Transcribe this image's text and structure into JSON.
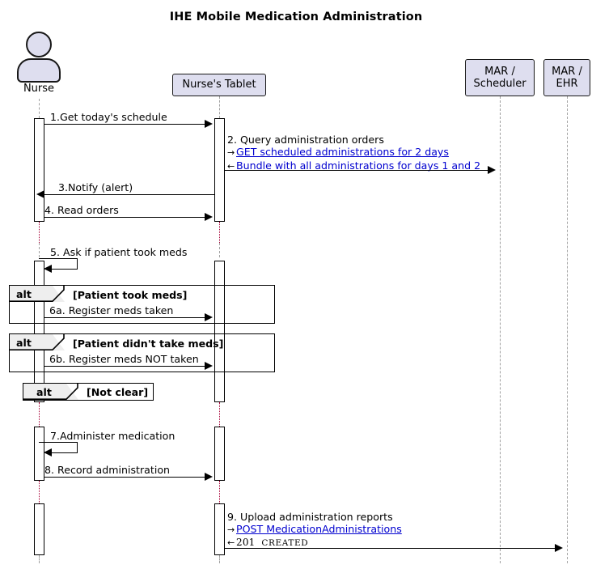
{
  "diagram": {
    "type": "uml-sequence-diagram",
    "title": "IHE Mobile Medication Administration",
    "background_color": "#FFFFFF",
    "participant_fill": "#DEDEEF",
    "participant_border": "#181818",
    "link_color": "#0000CF",
    "delay_lifeline_color": "#A80036"
  },
  "participants": [
    {
      "id": "nurse",
      "label": "Nurse",
      "kind": "actor"
    },
    {
      "id": "tablet",
      "label": "Nurse's Tablet",
      "kind": "participant"
    },
    {
      "id": "scheduler",
      "label": "MAR /\nScheduler",
      "kind": "participant"
    },
    {
      "id": "ehr",
      "label": "MAR /\nEHR",
      "kind": "participant"
    }
  ],
  "messages": [
    {
      "number": "1",
      "label": "1.Get today's schedule",
      "from": "nurse",
      "to": "tablet",
      "direction": "right"
    },
    {
      "number": "2",
      "label": "2. Query administration orders",
      "from": "tablet",
      "to": "scheduler",
      "direction": "right",
      "details": [
        {
          "glyph": "→",
          "text": "GET scheduled administrations for 2 days",
          "link": true
        },
        {
          "glyph": "←",
          "text": "Bundle with all administrations for days 1 and 2",
          "link": true
        }
      ]
    },
    {
      "number": "3",
      "label": "3.Notify (alert)",
      "from": "tablet",
      "to": "nurse",
      "direction": "left"
    },
    {
      "number": "4",
      "label": "4. Read orders",
      "from": "nurse",
      "to": "tablet",
      "direction": "right"
    },
    {
      "number": "5",
      "label": "5. Ask if patient took meds",
      "from": "nurse",
      "to": "nurse",
      "direction": "self"
    },
    {
      "number": "6a",
      "label": "6a. Register meds taken",
      "from": "nurse",
      "to": "tablet",
      "direction": "right"
    },
    {
      "number": "6b",
      "label": "6b. Register meds NOT taken",
      "from": "nurse",
      "to": "tablet",
      "direction": "right"
    },
    {
      "number": "7",
      "label": "7.Administer medication",
      "from": "nurse",
      "to": "nurse",
      "direction": "self"
    },
    {
      "number": "8",
      "label": "8. Record administration",
      "from": "nurse",
      "to": "tablet",
      "direction": "right"
    },
    {
      "number": "9",
      "label": "9. Upload administration reports",
      "from": "tablet",
      "to": "ehr",
      "direction": "right",
      "details": [
        {
          "glyph": "→",
          "text": "POST MedicationAdministrations",
          "link": true
        },
        {
          "glyph": "←",
          "text": "201 CREATED",
          "link": false,
          "mono": true,
          "code": "201",
          "status": "CREATED"
        }
      ]
    }
  ],
  "fragments": [
    {
      "keyword": "alt",
      "guard": "[Patient took meds]"
    },
    {
      "keyword": "alt",
      "guard": "[Patient didn't take meds]"
    },
    {
      "keyword": "alt",
      "guard": "[Not clear]"
    }
  ]
}
